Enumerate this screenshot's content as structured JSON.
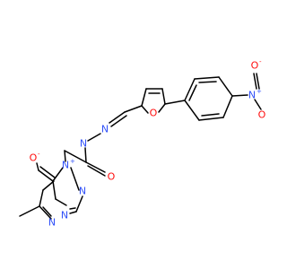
{
  "colors": {
    "oxygen": "#ff0d0d",
    "nitrogen": "#3050f8",
    "bond": "#000000",
    "background": "#ffffff"
  },
  "molecule": {
    "atoms": {
      "o_nitro_top": {
        "symbol": "O",
        "charge": "-"
      },
      "n_nitro": {
        "symbol": "N",
        "charge": "+"
      },
      "o_nitro_low": {
        "symbol": "O",
        "charge": ""
      },
      "o_furan": {
        "symbol": "O",
        "charge": ""
      },
      "n_hydrazone_1": {
        "symbol": "N",
        "charge": ""
      },
      "n_hydrazone_2": {
        "symbol": "N",
        "charge": ""
      },
      "o_amide": {
        "symbol": "O",
        "charge": ""
      },
      "o_oxido": {
        "symbol": "O",
        "charge": "-"
      },
      "n_triazolium": {
        "symbol": "N",
        "charge": "+"
      },
      "n_triazole_right": {
        "symbol": "N",
        "charge": ""
      },
      "n_triazole_bottom": {
        "symbol": "N",
        "charge": ""
      },
      "n_pyridazine": {
        "symbol": "N",
        "charge": ""
      }
    }
  }
}
